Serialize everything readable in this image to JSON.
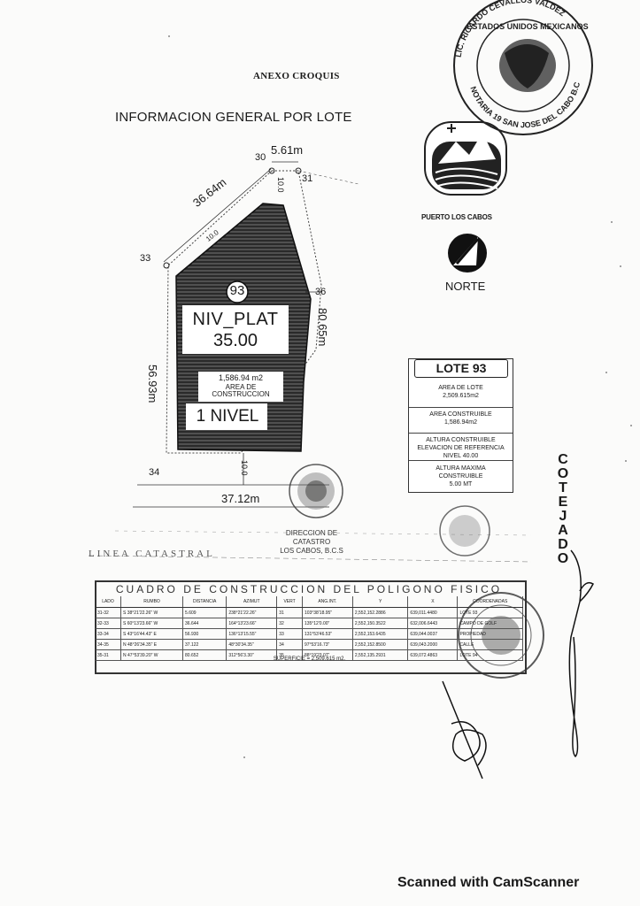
{
  "header": {
    "anexo": "ANEXO CROQUIS",
    "info": "INFORMACION GENERAL POR LOTE"
  },
  "plan": {
    "dim_top": "5.61m",
    "dim_diag": "36.64m",
    "dim_right": "80.65m",
    "dim_left": "56.93m",
    "dim_bottom": "37.12m",
    "lot_number": "93",
    "niv_plat": "NIV_PLAT",
    "niv_value": "35.00",
    "area_value": "1,586.94 m2",
    "area_label1": "AREA DE",
    "area_label2": "CONSTRUCCION",
    "niveles": "1 NIVEL",
    "vertex_30": "30",
    "vertex_31": "31",
    "vertex_33": "33",
    "vertex_36": "36",
    "vertex_34": "34",
    "setback_top": "10.0",
    "setback_bottom": "10.0",
    "side_label": "10.0",
    "catastral": "LINEA CATASTRAL"
  },
  "logo": {
    "name": "PUERTO LOS CABOS",
    "norte": "NORTE"
  },
  "lote_box": {
    "title": "LOTE 93",
    "area_lote_label": "AREA DE LOTE",
    "area_lote_value": "2,509.615m2",
    "area_const_label": "AREA CONSTRUIBLE",
    "area_const_value": "1,586.94m2",
    "altura_label1": "ALTURA CONSTRUIBLE",
    "altura_label2": "ELEVACION DE REFERENCIA",
    "altura_value": "NIVEL 40.00",
    "altura_max_label1": "ALTURA MAXIMA",
    "altura_max_label2": "CONSTRUIBLE",
    "altura_max_value": "5.00 MT"
  },
  "stamps": {
    "notary_line1": "LIC. RICARDO CEVALLOS VALDEZ",
    "notary_line2": "ESTADOS UNIDOS MEXICANOS",
    "notary_line3": "NOTARIA 19 SAN JOSE DEL CABO B.C.S.",
    "catastro_1": "DIRECCION DE",
    "catastro_2": "CATASTRO",
    "catastro_3": "LOS CABOS, B.C.S"
  },
  "cuadro": {
    "title": "CUADRO DE CONSTRUCCION DEL POLIGONO FISICO",
    "headers": [
      "LADO",
      "RUMBO",
      "DISTANCIA",
      "AZIMUT",
      "VERT",
      "ANG.INT.",
      "Y",
      "X",
      "COORDENADAS"
    ],
    "rows": [
      [
        "31-32",
        "S 38°21'22.26\" W",
        "5.609",
        "238°21'22.26\"",
        "31",
        "103°38'18.95\"",
        "2,552,152.2886",
        "639,011.4480",
        "LOTE 93"
      ],
      [
        "32-33",
        "S 60°13'23.66\" W",
        "36.644",
        "164°13'23.66\"",
        "32",
        "135°12'0.00\"",
        "2,552,150.3522",
        "632,006.6443",
        "CAMPO DE GOLF"
      ],
      [
        "33-34",
        "S 43°16'44.43\" E",
        "56.930",
        "136°13'15.55\"",
        "33",
        "131°53'46.53\"",
        "2,552,153.6435",
        "639,044.0037",
        "PROPIEDAD"
      ],
      [
        "34-35",
        "N 48°26'34.35\" E",
        "37.122",
        "48°30'34.35\"",
        "34",
        "97°53'16.73\"",
        "2,552,152.8500",
        "639,043.2000",
        "CALLE"
      ],
      [
        "35-31",
        "N 47°53'39.20\" W",
        "80.652",
        "312°56'3.30\"",
        "35",
        "88°19'23.07\"",
        "2,552,135.2931",
        "639,072.4863",
        "LOTE 94"
      ]
    ],
    "superficie": "SUPERFICIE = 2,509.615 m2."
  },
  "cotejado": [
    "C",
    "O",
    "T",
    "E",
    "J",
    "A",
    "D",
    "O"
  ],
  "footer": {
    "cam": "Scanned with CamScanner"
  }
}
